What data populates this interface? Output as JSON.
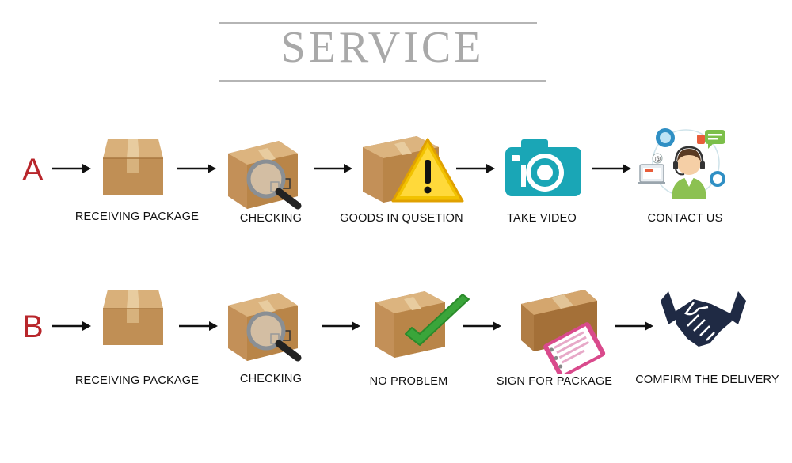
{
  "title": "SERVICE",
  "colors": {
    "letter": "#b8262b",
    "box": "#c79a63",
    "tape": "#e2c497",
    "camera": "#1aa6b6",
    "check": "#3aa53a",
    "warning": "#f2c200"
  },
  "rows": [
    {
      "letter": "A",
      "steps": [
        {
          "label": "RECEIVING PACKAGE",
          "icon": "closed-box-icon"
        },
        {
          "label": "CHECKING",
          "icon": "box-magnifier-icon"
        },
        {
          "label": "GOODS IN QUSETION",
          "icon": "box-warning-icon"
        },
        {
          "label": "TAKE VIDEO",
          "icon": "camera-icon"
        },
        {
          "label": "CONTACT US",
          "icon": "customer-service-icon"
        }
      ]
    },
    {
      "letter": "B",
      "steps": [
        {
          "label": "RECEIVING PACKAGE",
          "icon": "closed-box-icon"
        },
        {
          "label": "CHECKING",
          "icon": "box-magnifier-icon"
        },
        {
          "label": "NO PROBLEM",
          "icon": "box-checkmark-icon"
        },
        {
          "label": "SIGN FOR PACKAGE",
          "icon": "box-notebook-icon"
        },
        {
          "label": "COMFIRM THE DELIVERY",
          "icon": "handshake-icon"
        }
      ]
    }
  ]
}
